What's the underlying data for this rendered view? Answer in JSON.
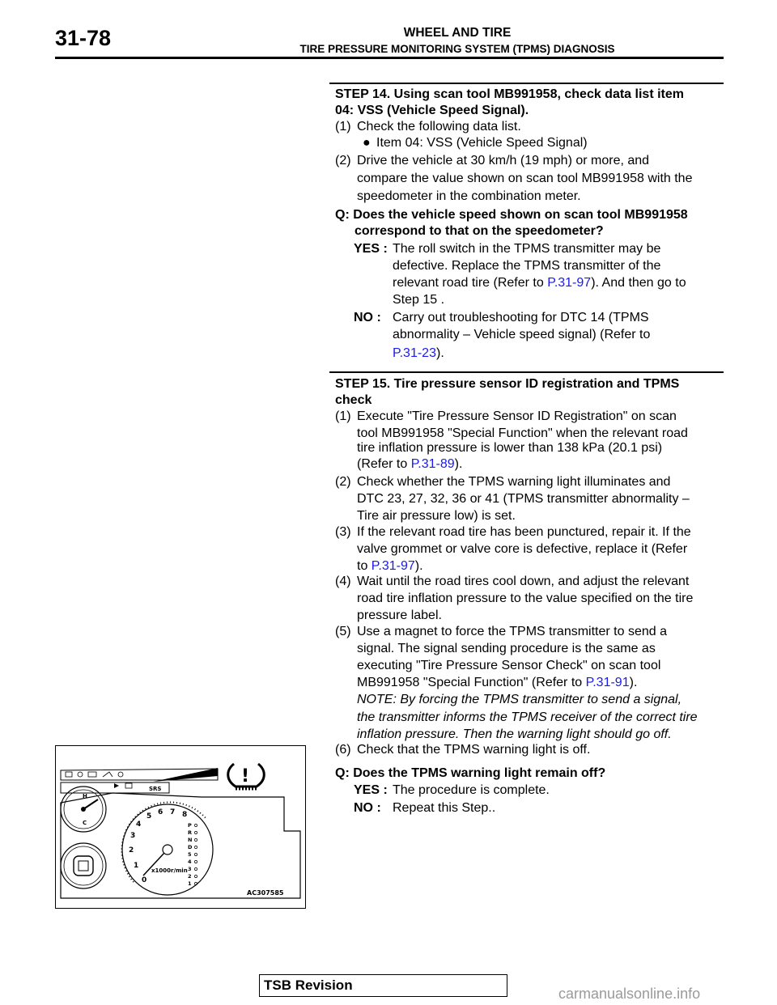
{
  "header": {
    "page_number": "31-78",
    "section_title": "WHEEL AND TIRE",
    "subsection_title": "TIRE PRESSURE MONITORING SYSTEM (TPMS) DIAGNOSIS"
  },
  "step14": {
    "heading_line1": "STEP 14. Using scan tool MB991958, check data list item",
    "heading_line2": "04: VSS (Vehicle Speed Signal).",
    "i1_num": "(1)",
    "i1_text": "Check the following data list.",
    "bullet": "Item 04: VSS (Vehicle Speed Signal)",
    "i2_num": "(2)",
    "i2_l1": "Drive the vehicle at 30 km/h (19 mph) or more, and",
    "i2_l2": "compare the value shown on scan tool MB991958 with the",
    "i2_l3": "speedometer in the combination meter.",
    "q_l1": "Q: Does the vehicle speed shown on scan tool MB991958",
    "q_l2": "correspond to that on the speedometer?",
    "yes_label": "YES :",
    "yes_l1": "The roll switch in the TPMS transmitter may be",
    "yes_l2": "defective. Replace the TPMS transmitter of the",
    "yes_l3a": "relevant road tire (Refer to ",
    "yes_l3_link": "P.31-97",
    "yes_l3b": "). And then go to",
    "yes_l4": "Step 15 .",
    "no_label": "NO :",
    "no_l1": "Carry out troubleshooting for DTC 14 (TPMS",
    "no_l2": "abnormality – Vehicle speed signal) (Refer to",
    "no_l3_link": "P.31-23",
    "no_l3b": ")."
  },
  "step15": {
    "heading_line1": "STEP 15. Tire pressure sensor ID registration and TPMS",
    "heading_line2": "check",
    "i1_num": "(1)",
    "i1_l1": "Execute \"Tire Pressure Sensor ID Registration\" on scan",
    "i1_l2": "tool MB991958 \"Special Function\" when the relevant road",
    "i1_l3": "tire inflation pressure is lower than 138 kPa (20.1 psi)",
    "i1_l4a": "(Refer to ",
    "i1_l4_link": "P.31-89",
    "i1_l4b": ").",
    "i2_num": "(2)",
    "i2_l1": "Check whether the TPMS warning light illuminates and",
    "i2_l2": "DTC 23, 27, 32, 36 or 41 (TPMS transmitter abnormality –",
    "i2_l3": "Tire air pressure low) is set.",
    "i3_num": "(3)",
    "i3_l1": "If the relevant road tire has been punctured, repair it. If the",
    "i3_l2": "valve grommet or valve core is defective, replace it (Refer",
    "i3_l3a": "to ",
    "i3_l3_link": "P.31-97",
    "i3_l3b": ").",
    "i4_num": "(4)",
    "i4_l1": "Wait until the road tires cool down, and adjust the relevant",
    "i4_l2": "road tire inflation pressure to the value specified on the tire",
    "i4_l3": "pressure label.",
    "i5_num": "(5)",
    "i5_l1": "Use a magnet to force the TPMS transmitter to send a",
    "i5_l2": "signal. The signal sending procedure is the same as",
    "i5_l3": "executing \"Tire Pressure Sensor Check\" on scan tool",
    "i5_l4a": "MB991958 \"Special Function\" (Refer to ",
    "i5_l4_link": "P.31-91",
    "i5_l4b": ").",
    "note_l1": "NOTE: By forcing the TPMS transmitter to send a signal,",
    "note_l2": "the transmitter informs the TPMS receiver of the correct tire",
    "note_l3": "inflation pressure. Then the warning light should go off.",
    "i6_num": "(6)",
    "i6_text": "Check that the TPMS warning light is off.",
    "q_text": "Q:  Does the TPMS warning light remain off?",
    "yes_label": "YES :",
    "yes_text": "The procedure is complete.",
    "no_label": "NO :",
    "no_text": "Repeat this Step.."
  },
  "figure": {
    "code": "AC307585",
    "warning_mark": "!",
    "srs_label": "SRS",
    "tach_unit": "x1000r/min",
    "tach_numbers": [
      "0",
      "1",
      "2",
      "3",
      "4",
      "5",
      "6",
      "7",
      "8"
    ],
    "gear_letters": [
      "P",
      "R",
      "N",
      "D",
      "5",
      "4",
      "3",
      "2",
      "1"
    ],
    "temp_h": "H",
    "temp_c": "C"
  },
  "footer": {
    "label": "TSB Revision"
  },
  "watermark": "carmanualsonline.info"
}
